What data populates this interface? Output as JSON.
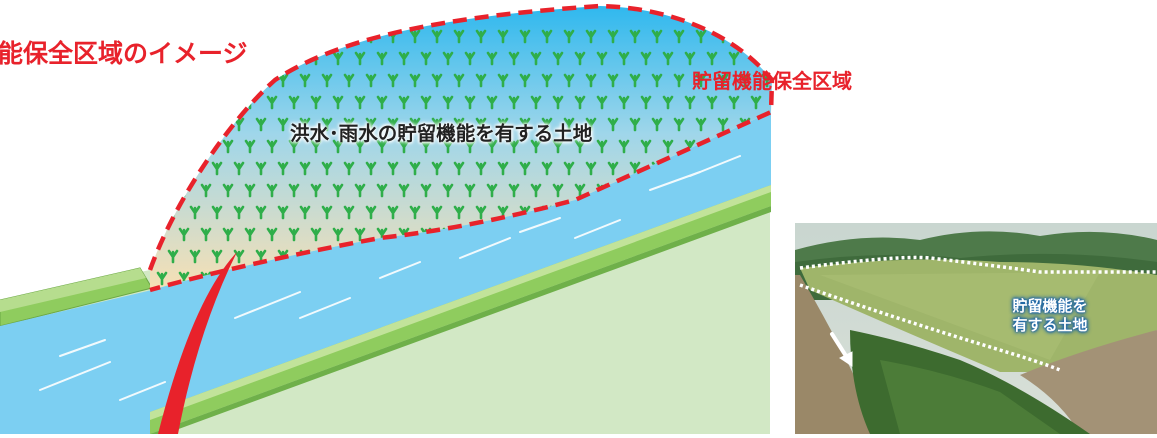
{
  "diagram": {
    "title": "能保全区域のイメージ",
    "zone_label": "貯留機能保全区域",
    "land_label": "洪水･雨水の貯留機能を有する土地",
    "photo": {
      "label_line1": "貯留機能を",
      "label_line2": "有する土地"
    }
  },
  "colors": {
    "accent_red": "#e8222b",
    "river_blue": "#7ccff2",
    "levee_green": "#8fcc5e",
    "land_green": "#cfe6c2",
    "sprout_green": "#2fae4a"
  }
}
